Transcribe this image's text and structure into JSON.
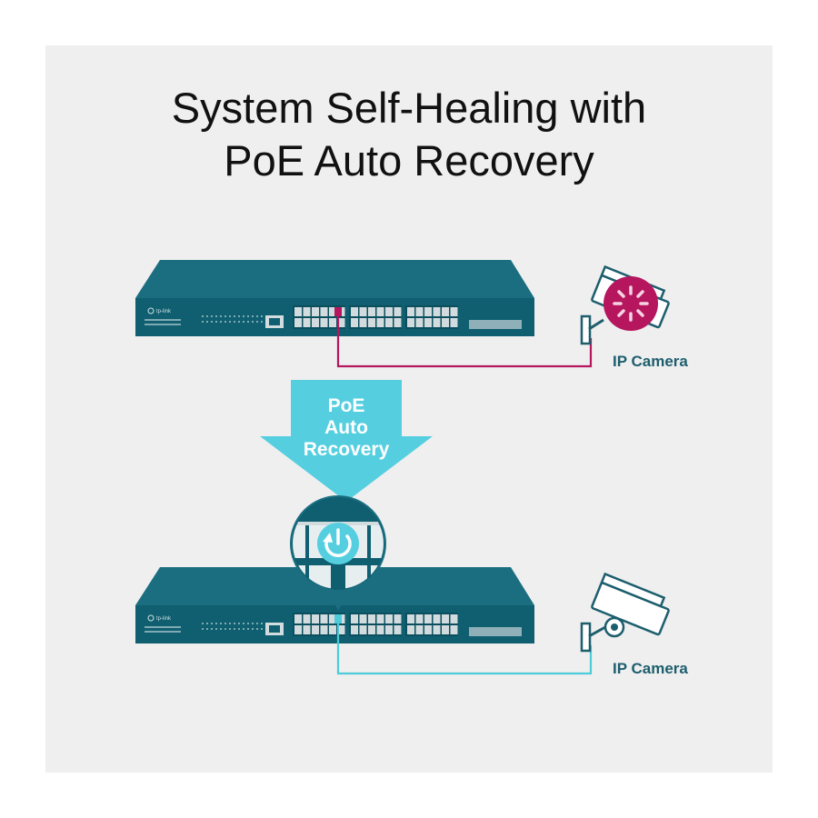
{
  "title": {
    "line1": "System Self-Healing with",
    "line2": "PoE Auto Recovery"
  },
  "arrow": {
    "line1": "PoE",
    "line2": "Auto",
    "line3": "Recovery"
  },
  "switch_top": {
    "brand": "tp-link"
  },
  "switch_bottom": {
    "brand": "tp-link"
  },
  "camera_top": {
    "label": "IP Camera",
    "state": "fault"
  },
  "camera_bottom": {
    "label": "IP Camera",
    "state": "recovered"
  },
  "colors": {
    "panel_bg": "#efefef",
    "switch_body": "#0f5f70",
    "switch_top_face": "#1a6e80",
    "port": "#d2dcdf",
    "fault_magenta": "#b5165e",
    "recovered_cyan": "#4dcbd9",
    "arrow_cyan": "#55cfe0",
    "label_teal": "#1d5e6d"
  },
  "icons": {
    "fault": "loading-spinner-icon",
    "recovery": "power-restart-icon"
  }
}
